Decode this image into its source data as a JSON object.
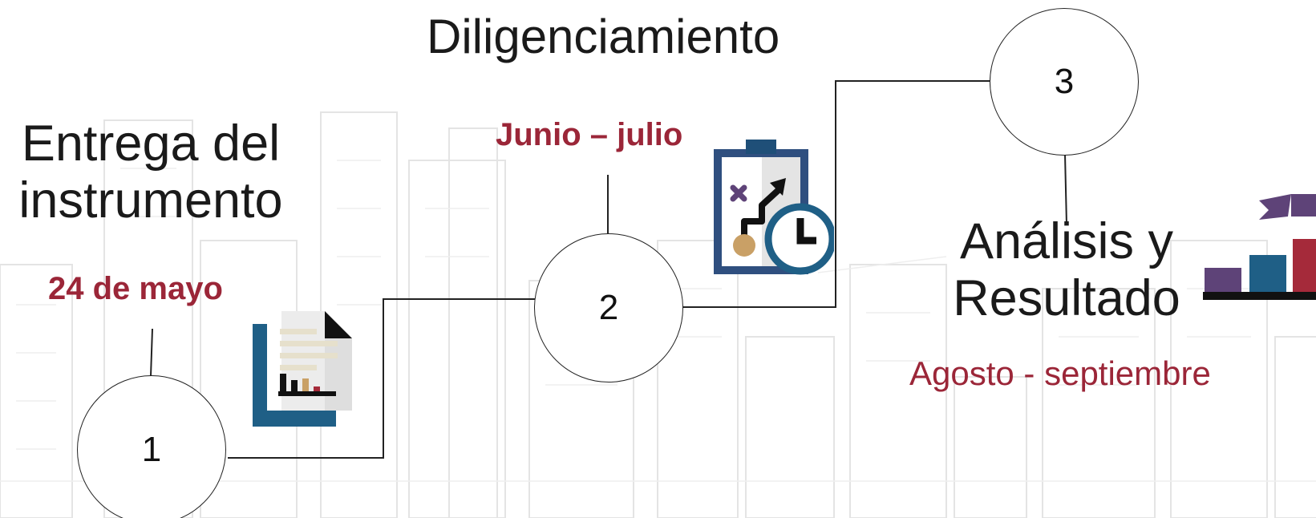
{
  "steps": [
    {
      "number": "1",
      "title_line1": "Entrega del",
      "title_line2": "instrumento",
      "date": "24 de mayo"
    },
    {
      "number": "2",
      "title": "Diligenciamiento",
      "date": "Junio – julio"
    },
    {
      "number": "3",
      "title_line1": "Análisis y",
      "title_line2": "Resultado",
      "date": "Agosto - septiembre"
    }
  ],
  "colors": {
    "date_text": "#9b2638",
    "line": "#222222",
    "navy": "#2f4f7f",
    "teal_blue": "#1f5f86",
    "purple": "#5e4378",
    "crimson": "#a52a3a",
    "tan": "#c9a066"
  },
  "icons": [
    "report-document-icon",
    "strategy-clipboard-clock-icon",
    "growth-bar-chart-flag-icon"
  ]
}
